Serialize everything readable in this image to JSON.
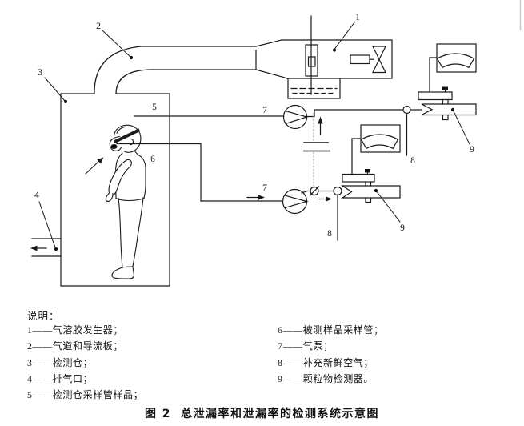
{
  "figure": {
    "legend_title": "说明：",
    "caption_prefix": "图 2",
    "caption_title": "总泄漏率和泄漏率的检测系统示意图"
  },
  "legend": {
    "left": [
      "1——气溶胶发生器；",
      "2——气道和导流板；",
      "3——检测仓；",
      "4——排气口；",
      "5——检测仓采样管样品；"
    ],
    "right": [
      "6——被测样品采样管；",
      "7——气泵；",
      "8——补充新鲜空气；",
      "9——颗粒物检测器。"
    ]
  },
  "callouts": {
    "aerosol_generator": "1",
    "duct_baffle": "2",
    "chamber": "3",
    "exhaust": "4",
    "chamber_probe": "5",
    "sample_probe": "6",
    "pump_upper": "7",
    "pump_lower": "7",
    "fresh_air_upper": "8",
    "fresh_air_lower": "8",
    "detector_upper": "9",
    "detector_lower": "9"
  },
  "colors": {
    "line": "#1a1a1a",
    "dotted": "#9a9a9a",
    "plate_gray": "#7a7a7a"
  }
}
